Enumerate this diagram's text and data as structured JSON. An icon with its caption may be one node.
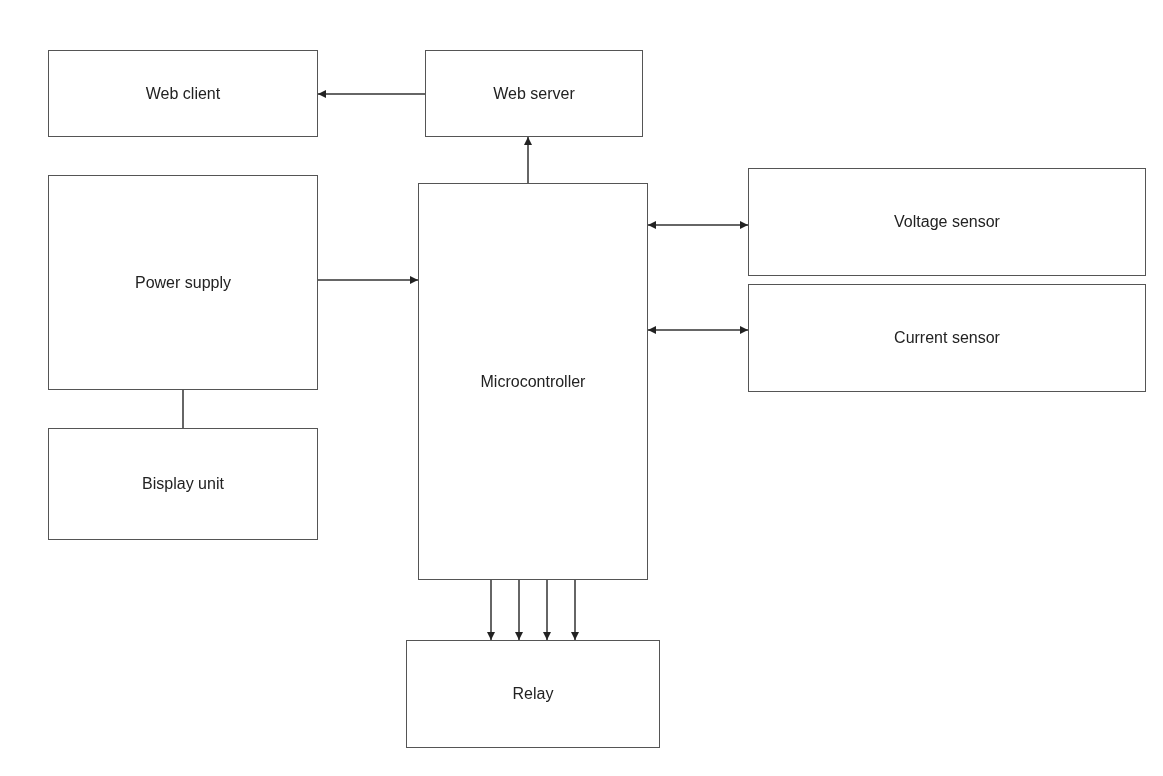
{
  "diagram": {
    "nodes": [
      {
        "text": [
          "Web client"
        ]
      },
      {
        "text": [
          "Web server"
        ]
      },
      {
        "text": [
          "Power supply"
        ]
      },
      {
        "text": [
          "Microcontroller"
        ]
      },
      {
        "text": [
          "Voltage sensor"
        ]
      },
      {
        "text": [
          "Current sensor"
        ]
      },
      {
        "text": [
          "Bisplay unit"
        ]
      },
      {
        "text": [
          "Relay"
        ]
      }
    ],
    "edges": [
      {
        "from": 1,
        "to": 0,
        "arrow": "to"
      },
      {
        "from": 3,
        "to": 1,
        "arrow": "to"
      },
      {
        "from": 2,
        "to": 3,
        "arrow": "to"
      },
      {
        "from": 3,
        "to": 4,
        "arrow": "both"
      },
      {
        "from": 3,
        "to": 5,
        "arrow": "both"
      },
      {
        "from": 2,
        "to": 6,
        "arrow": "none"
      },
      {
        "from": 3,
        "to": 7,
        "arrow": "to"
      },
      {
        "from": 3,
        "to": 7,
        "arrow": "to"
      },
      {
        "from": 3,
        "to": 7,
        "arrow": "to"
      },
      {
        "from": 3,
        "to": 7,
        "arrow": "to"
      }
    ]
  }
}
